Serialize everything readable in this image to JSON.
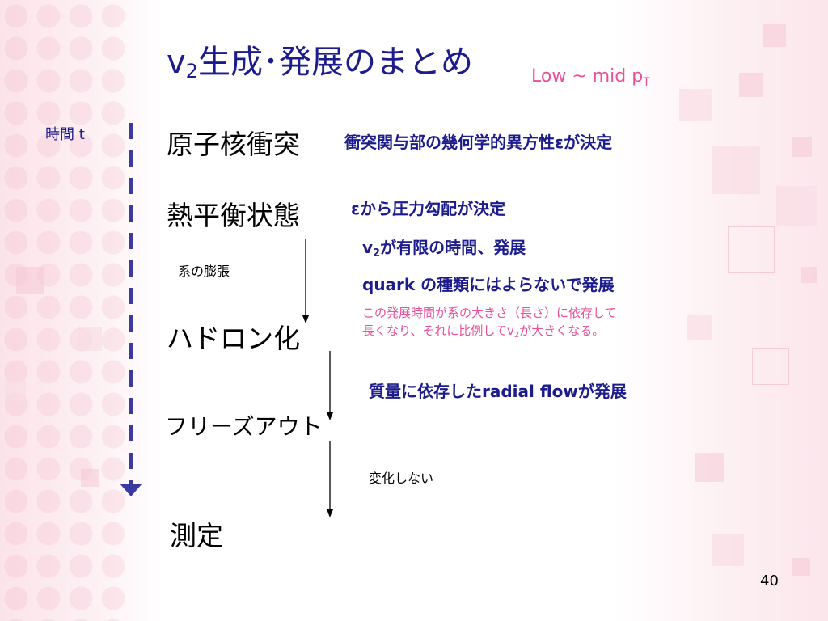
{
  "slide": {
    "title_prefix": "v",
    "title_sub": "2",
    "title_rest": "生成･発展のまとめ",
    "regime_main": "Low ~ mid p",
    "regime_sub": "T",
    "time_axis_label": "時間  t",
    "stages": [
      "原子核衝突",
      "熱平衡状態",
      "ハドロン化",
      "フリーズアウト",
      "測定"
    ],
    "expansion_label": "系の膨張",
    "notes": {
      "collision": "衝突関与部の幾何学的異方性εが決定",
      "pressure": "εから圧力勾配が決定",
      "v2_prefix": "v",
      "v2_sub": "2",
      "v2_rest": "が有限の時間、発展",
      "quark": "quark の種類にはよらないで発展",
      "pink_line1": "この発展時間が系の大きさ（長さ）に依存して",
      "pink_line2a": "長くなり、それに比例してv",
      "pink_line2_sub": "2",
      "pink_line2b": "が大きくなる。",
      "radial_flow": "質量に依存したradial flowが発展",
      "no_change": "変化しない"
    },
    "page_number": "40",
    "colors": {
      "title": "#1c1c8c",
      "accent_pink": "#e8509a",
      "timeline": "#3a3aa0"
    }
  }
}
